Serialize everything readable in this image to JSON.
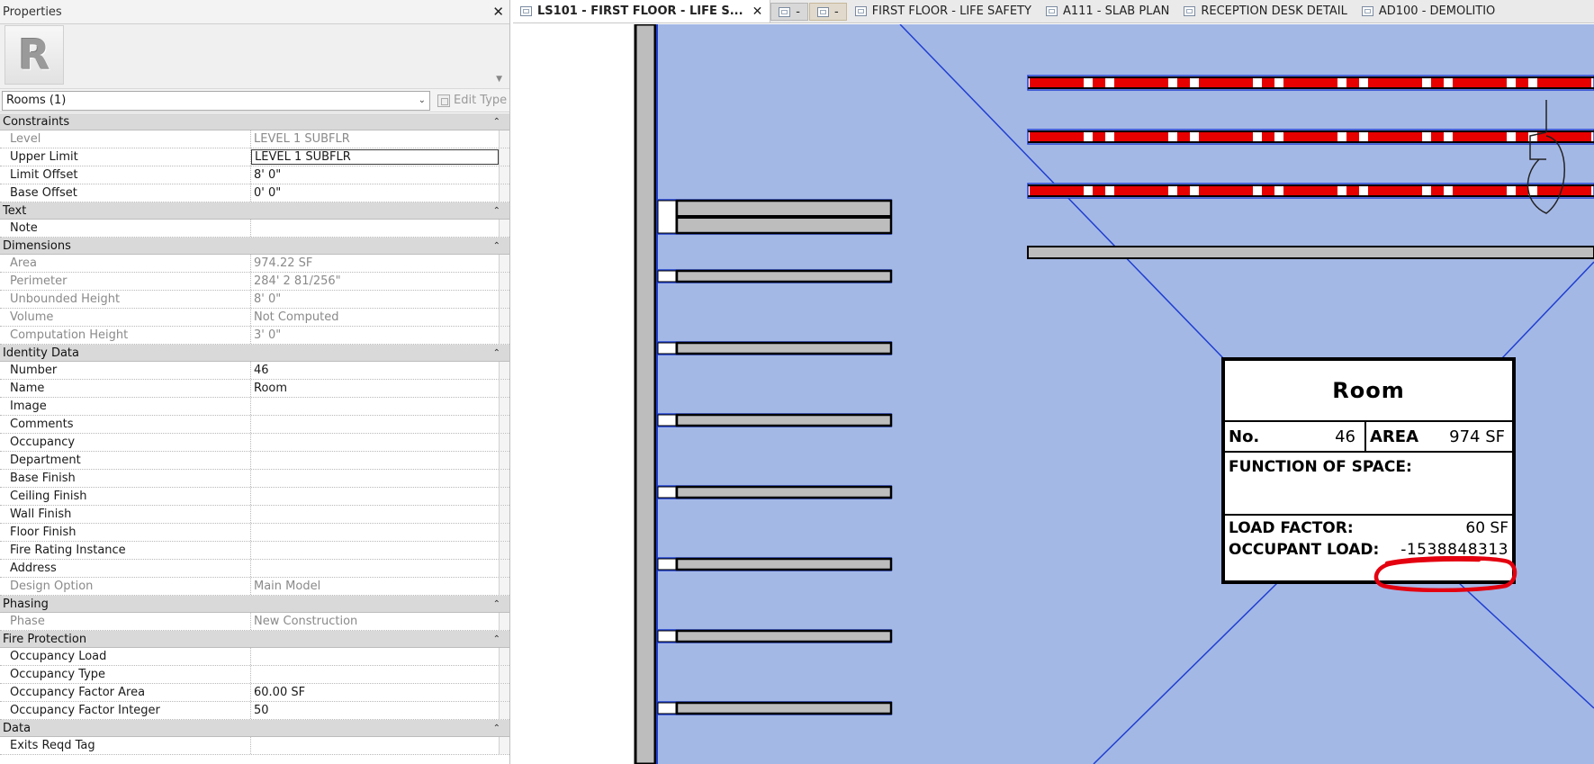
{
  "properties": {
    "title": "Properties",
    "close_glyph": "✕",
    "type_thumb_letter": "R",
    "type_selector": "Rooms (1)",
    "edit_type": "Edit Type",
    "groups": [
      {
        "name": "Constraints",
        "rows": [
          {
            "key": "Level",
            "value": "LEVEL 1 SUBFLR",
            "ro": true
          },
          {
            "key": "Upper Limit",
            "value": "LEVEL 1 SUBFLR",
            "edit": true
          },
          {
            "key": "Limit Offset",
            "value": "8'  0\""
          },
          {
            "key": "Base Offset",
            "value": "0'  0\""
          }
        ]
      },
      {
        "name": "Text",
        "rows": [
          {
            "key": "Note",
            "value": ""
          }
        ]
      },
      {
        "name": "Dimensions",
        "rows": [
          {
            "key": "Area",
            "value": "974.22 SF",
            "ro": true
          },
          {
            "key": "Perimeter",
            "value": "284'  2 81/256\"",
            "ro": true
          },
          {
            "key": "Unbounded Height",
            "value": "8'  0\"",
            "ro": true
          },
          {
            "key": "Volume",
            "value": "Not Computed",
            "ro": true
          },
          {
            "key": "Computation Height",
            "value": "3'  0\"",
            "ro": true
          }
        ]
      },
      {
        "name": "Identity Data",
        "rows": [
          {
            "key": "Number",
            "value": "46"
          },
          {
            "key": "Name",
            "value": "Room"
          },
          {
            "key": "Image",
            "value": ""
          },
          {
            "key": "Comments",
            "value": ""
          },
          {
            "key": "Occupancy",
            "value": ""
          },
          {
            "key": "Department",
            "value": ""
          },
          {
            "key": "Base Finish",
            "value": ""
          },
          {
            "key": "Ceiling Finish",
            "value": ""
          },
          {
            "key": "Wall Finish",
            "value": ""
          },
          {
            "key": "Floor Finish",
            "value": ""
          },
          {
            "key": "Fire Rating Instance",
            "value": ""
          },
          {
            "key": "Address",
            "value": ""
          },
          {
            "key": "Design Option",
            "value": "Main Model",
            "ro": true
          }
        ]
      },
      {
        "name": "Phasing",
        "rows": [
          {
            "key": "Phase",
            "value": "New Construction",
            "ro": true
          }
        ]
      },
      {
        "name": "Fire Protection",
        "rows": [
          {
            "key": "Occupancy Load",
            "value": ""
          },
          {
            "key": "Occupancy Type",
            "value": ""
          },
          {
            "key": "Occupancy Factor Area",
            "value": "60.00 SF"
          },
          {
            "key": "Occupancy Factor Integer",
            "value": "50"
          }
        ]
      },
      {
        "name": "Data",
        "rows": [
          {
            "key": "Exits Reqd Tag",
            "value": ""
          }
        ]
      }
    ]
  },
  "tabs": [
    {
      "label": "LS101 - FIRST FLOOR - LIFE S...",
      "active": true,
      "close": "✕"
    },
    {
      "label": "-",
      "style": "dim"
    },
    {
      "label": "-",
      "style": "dim2"
    },
    {
      "label": "FIRST FLOOR - LIFE SAFETY"
    },
    {
      "label": "A111 - SLAB PLAN"
    },
    {
      "label": "RECEPTION DESK DETAIL"
    },
    {
      "label": "AD100 - DEMOLITIO"
    }
  ],
  "room_tag": {
    "title": "Room",
    "no_label": "No.",
    "no_value": "46",
    "area_label": "AREA",
    "area_value": "974 SF",
    "function_label": "FUNCTION OF SPACE:",
    "load_factor_label": "LOAD FACTOR:",
    "load_factor_value": "60 SF",
    "occupant_load_label": "OCCUPANT LOAD:",
    "occupant_load_value": "-1538848313"
  },
  "colors": {
    "room_fill": "#a4b8e6",
    "boundary": "#1f3fd0",
    "red_dash": "#e60000",
    "wall_gray": "#bdbdbd",
    "markup_red": "#e4000f"
  }
}
